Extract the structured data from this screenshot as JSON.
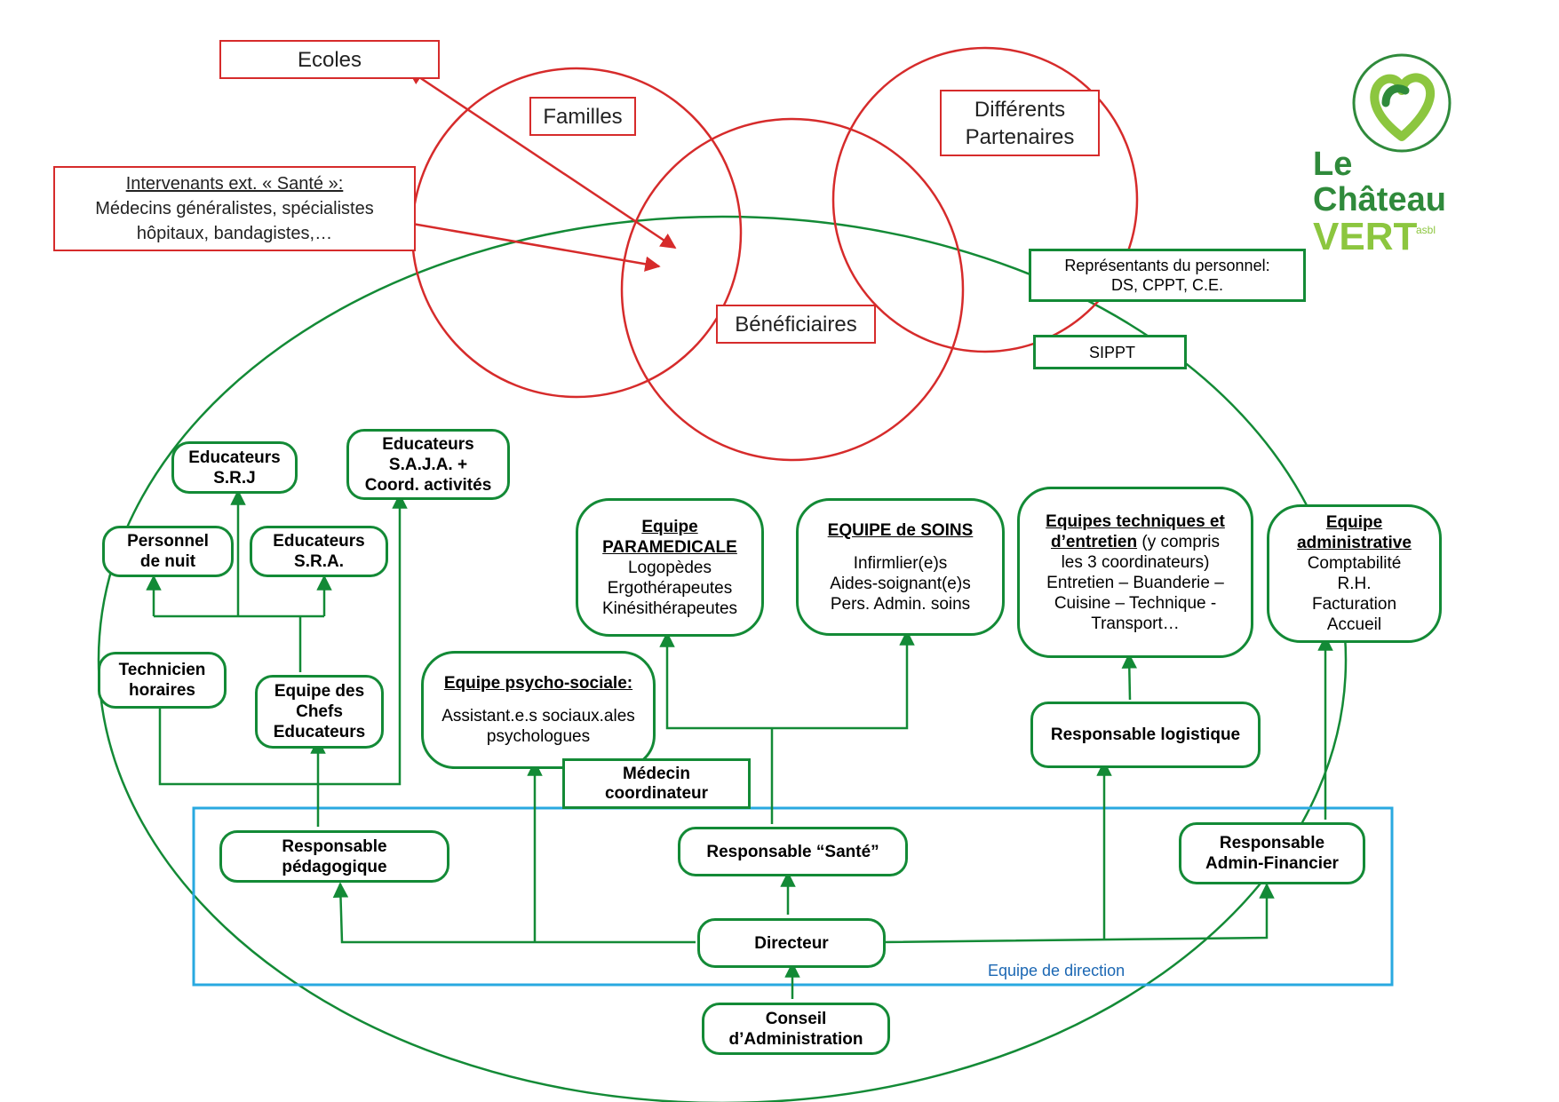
{
  "colors": {
    "red": "#d62b2b",
    "green": "#138a36",
    "blue": "#29a9e0",
    "label_blue": "#1b67b3",
    "logo_green": "#2f8a3b",
    "logo_lime": "#8cc63f"
  },
  "logo": {
    "line1": "Le",
    "line2": "Château",
    "line3": "VERT",
    "suffix": "asbl"
  },
  "external": {
    "ecoles": "Ecoles",
    "familles": "Familles",
    "partenaires": [
      "Différents",
      "Partenaires"
    ],
    "beneficiaires": "Bénéficiaires",
    "intervenants_title": "Intervenants ext. « Santé »:",
    "intervenants_lines": [
      "Médecins généralistes, spécialistes",
      "hôpitaux, bandagistes,…"
    ]
  },
  "reps": {
    "title": "Représentants du personnel:",
    "line2": "DS, CPPT, C.E."
  },
  "sippt": "SIPPT",
  "boxes": {
    "educ_srj": [
      "Educateurs",
      "S.R.J"
    ],
    "educ_saja": [
      "Educateurs",
      "S.A.J.A. +",
      "Coord. activités"
    ],
    "personnel_nuit": [
      "Personnel",
      "de nuit"
    ],
    "educ_sra": [
      "Educateurs",
      "S.R.A."
    ],
    "technicien": [
      "Technicien",
      "horaires"
    ],
    "chefs": [
      "Equipe des",
      "Chefs",
      "Educateurs"
    ],
    "resp_peda": [
      "Responsable",
      "pédagogique"
    ],
    "resp_sante": "Responsable “Santé”",
    "directeur": "Directeur",
    "conseil": [
      "Conseil",
      "d’Administration"
    ],
    "resp_logistique": "Responsable logistique",
    "resp_admin": [
      "Responsable",
      "Admin-Financier"
    ],
    "medecin": [
      "Médecin",
      "coordinateur"
    ]
  },
  "psycho": {
    "title": "Equipe psycho-sociale:",
    "lines": [
      "Assistant.e.s sociaux.ales",
      "psychologues"
    ]
  },
  "paramed": {
    "title1": "Equipe",
    "title2": "PARAMEDICALE",
    "lines": [
      "Logopèdes",
      "Ergothérapeutes",
      "Kinésithérapeutes"
    ]
  },
  "soins": {
    "title": "EQUIPE de SOINS",
    "lines": [
      "Infirmlier(e)s",
      "Aides-soignant(e)s",
      "Pers. Admin. soins"
    ]
  },
  "techniques": {
    "title1": "Equipes techniques et",
    "title2": "d’entretien",
    "title2_rest": " (y compris",
    "lines": [
      "les 3 coordinateurs)",
      "Entretien – Buanderie –",
      "Cuisine – Technique -",
      "Transport…"
    ]
  },
  "admin": {
    "title1": "Equipe",
    "title2": "administrative",
    "lines": [
      "Comptabilité",
      "R.H.",
      "Facturation",
      "Accueil"
    ]
  },
  "equipe_direction": "Equipe de direction"
}
